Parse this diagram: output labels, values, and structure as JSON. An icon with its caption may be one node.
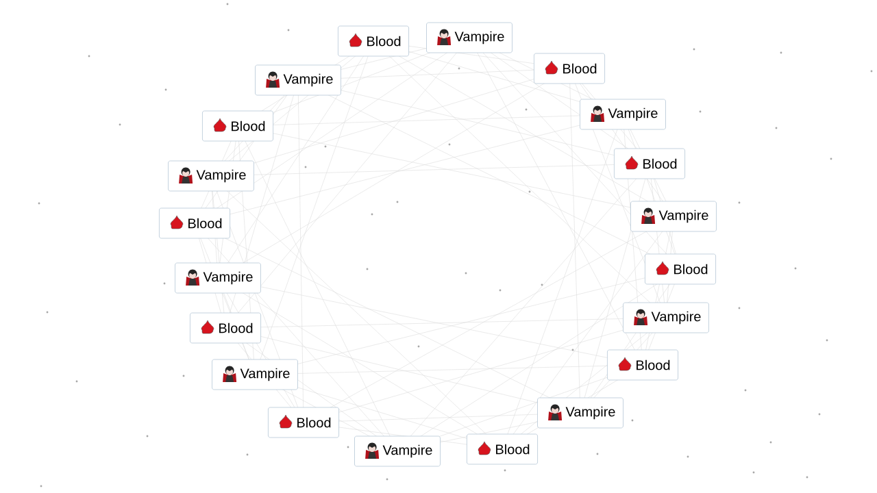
{
  "diagram": {
    "nodes": [
      {
        "text": [
          "Vampire"
        ]
      },
      {
        "text": [
          "Blood"
        ]
      },
      {
        "text": [
          "Blood"
        ]
      },
      {
        "text": [
          "Vampire"
        ]
      },
      {
        "text": [
          "Vampire"
        ]
      },
      {
        "text": [
          "Blood"
        ]
      },
      {
        "text": [
          "Blood"
        ]
      },
      {
        "text": [
          "Vampire"
        ]
      },
      {
        "text": [
          "Vampire"
        ]
      },
      {
        "text": [
          "Blood"
        ]
      },
      {
        "text": [
          "Blood"
        ]
      },
      {
        "text": [
          "Vampire"
        ]
      },
      {
        "text": [
          "Vampire"
        ]
      },
      {
        "text": [
          "Blood"
        ]
      },
      {
        "text": [
          "Blood"
        ]
      },
      {
        "text": [
          "Vampire"
        ]
      },
      {
        "text": [
          "Vampire"
        ]
      },
      {
        "text": [
          "Blood"
        ]
      },
      {
        "text": [
          "Blood"
        ]
      },
      {
        "text": [
          "Vampire"
        ]
      }
    ]
  }
}
